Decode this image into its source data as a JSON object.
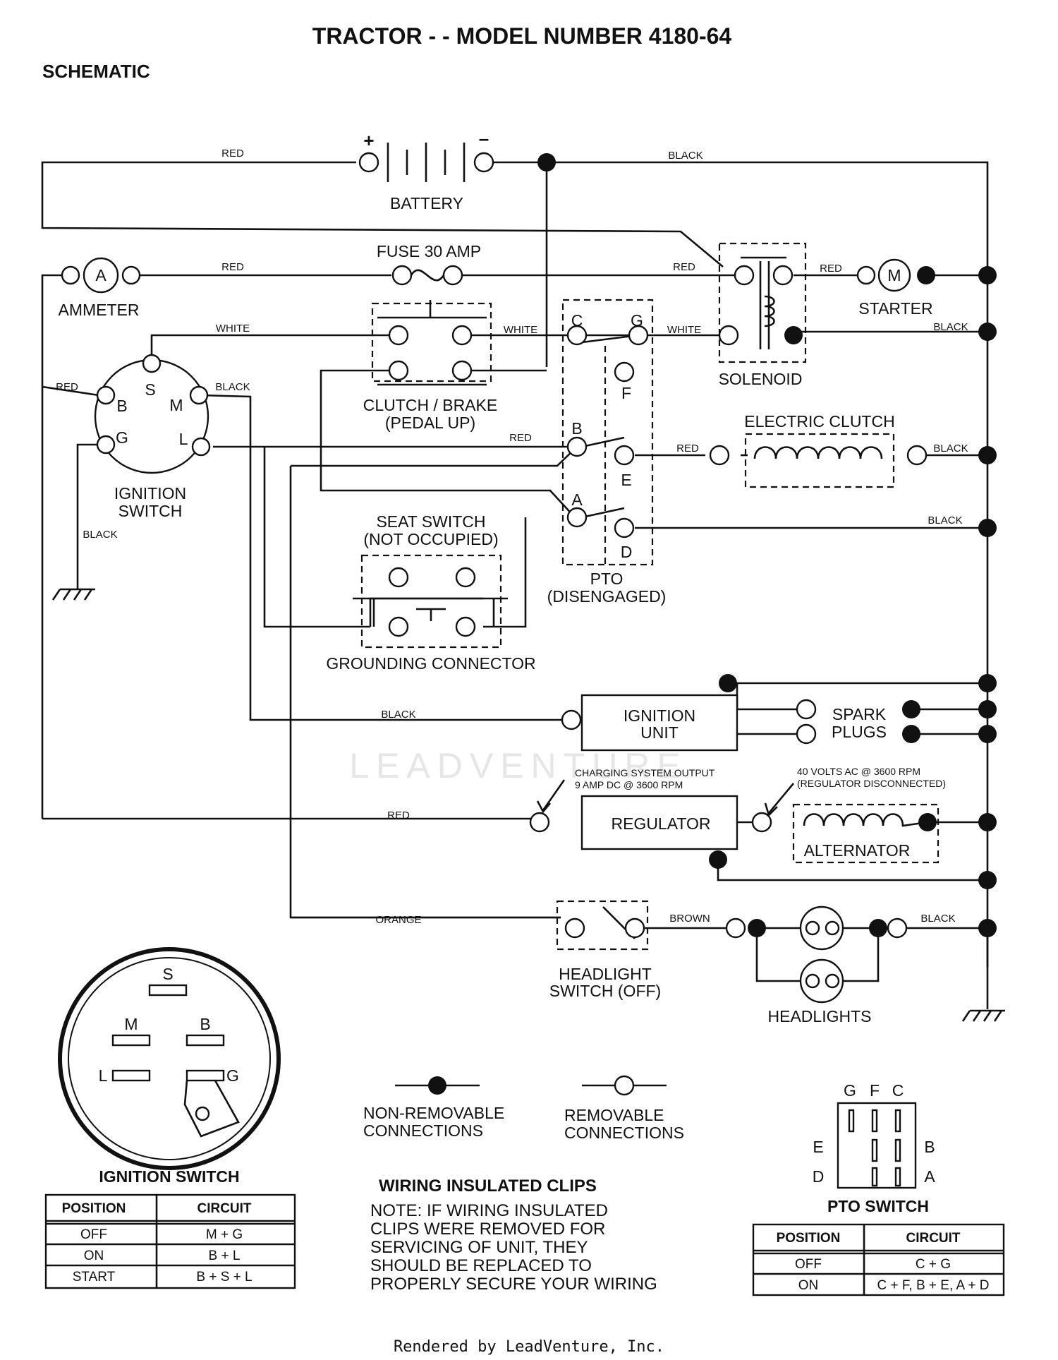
{
  "title": "TRACTOR - - MODEL NUMBER 4180-64",
  "subtitle": "SCHEMATIC",
  "components": {
    "battery": "BATTERY",
    "battery_plus": "+",
    "battery_minus": "–",
    "fuse": "FUSE 30 AMP",
    "ammeter": "AMMETER",
    "ammeter_symbol": "A",
    "starter": "STARTER",
    "starter_symbol": "M",
    "solenoid": "SOLENOID",
    "clutch_brake_1": "CLUTCH / BRAKE",
    "clutch_brake_2": "(PEDAL UP)",
    "ignition_switch_1": "IGNITION",
    "ignition_switch_2": "SWITCH",
    "electric_clutch": "ELECTRIC CLUTCH",
    "seat_switch_1": "SEAT SWITCH",
    "seat_switch_2": "(NOT OCCUPIED)",
    "pto_1": "PTO",
    "pto_2": "(DISENGAGED)",
    "grounding_connector": "GROUNDING CONNECTOR",
    "ignition_unit_1": "IGNITION",
    "ignition_unit_2": "UNIT",
    "spark_plugs_1": "SPARK",
    "spark_plugs_2": "PLUGS",
    "regulator": "REGULATOR",
    "alternator": "ALTERNATOR",
    "charging_note_1": "CHARGING SYSTEM OUTPUT",
    "charging_note_2": "9 AMP DC @ 3600 RPM",
    "alternator_note_1": "40 VOLTS AC @ 3600 RPM",
    "alternator_note_2": "(REGULATOR DISCONNECTED)",
    "headlight_switch_1": "HEADLIGHT",
    "headlight_switch_2": "SWITCH (OFF)",
    "headlights": "HEADLIGHTS"
  },
  "terminals": {
    "S": "S",
    "B": "B",
    "M": "M",
    "G": "G",
    "L": "L",
    "C": "C",
    "F": "F",
    "E": "E",
    "A": "A",
    "D": "D"
  },
  "wires": {
    "red": "RED",
    "black": "BLACK",
    "white": "WHITE",
    "orange": "ORANGE",
    "brown": "BROWN"
  },
  "legend": {
    "non_removable_1": "NON-REMOVABLE",
    "non_removable_2": "CONNECTIONS",
    "removable_1": "REMOVABLE",
    "removable_2": "CONNECTIONS"
  },
  "clips_note": {
    "heading": "WIRING INSULATED CLIPS",
    "lines": [
      "NOTE: IF WIRING INSULATED",
      "CLIPS WERE REMOVED FOR",
      "SERVICING OF UNIT, THEY",
      "SHOULD BE REPLACED TO",
      "PROPERLY SECURE YOUR WIRING"
    ]
  },
  "ignition_table": {
    "title": "IGNITION SWITCH",
    "headers": [
      "POSITION",
      "CIRCUIT"
    ],
    "rows": [
      [
        "OFF",
        "M + G"
      ],
      [
        "ON",
        "B + L"
      ],
      [
        "START",
        "B + S + L"
      ]
    ]
  },
  "pto_table": {
    "title": "PTO SWITCH",
    "headers": [
      "POSITION",
      "CIRCUIT"
    ],
    "rows": [
      [
        "OFF",
        "C + G"
      ],
      [
        "ON",
        "C + F, B + E, A + D"
      ]
    ]
  },
  "watermark": "LEADVENTURE",
  "footer": "Rendered by LeadVenture, Inc."
}
